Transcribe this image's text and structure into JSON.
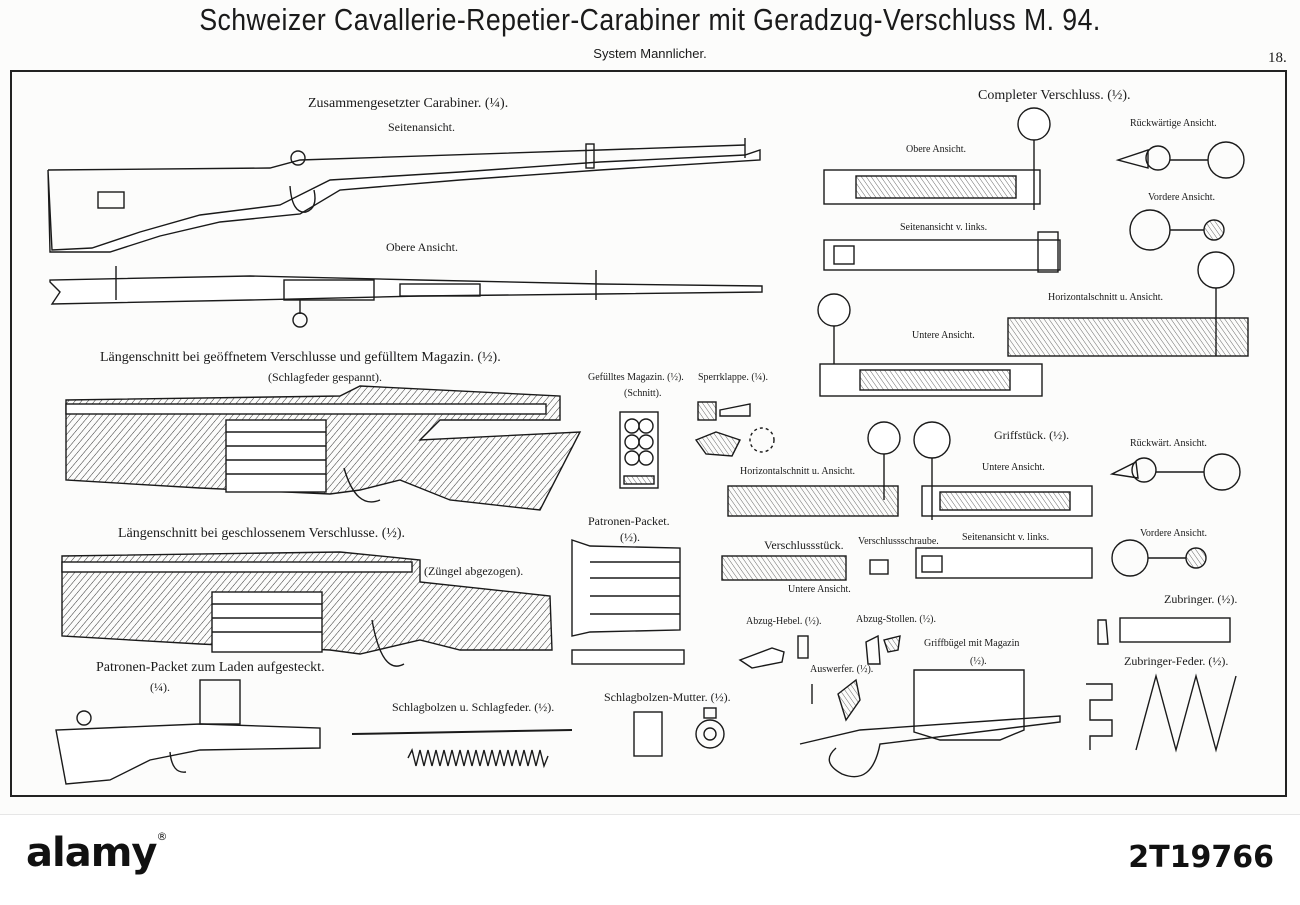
{
  "plate": {
    "title": "Schweizer Cavallerie-Repetier-Carabiner mit Geradzug-Verschluss M. 94.",
    "subtitle": "System Mannlicher.",
    "page_number": "18."
  },
  "captions": {
    "zusammengesetzter": "Zusammengesetzter Carabiner. (¼).",
    "seitenansicht": "Seitenansicht.",
    "obere_ansicht": "Obere Ansicht.",
    "laengsschnitt_offen": "Längenschnitt bei geöffnetem Verschlusse und gefülltem Magazin. (½).",
    "schlagfeder_gespannt": "(Schlagfeder gespannt).",
    "laengsschnitt_geschlossen": "Längenschnitt bei geschlossenem Verschlusse. (½).",
    "zuengel": "(Züngel abgezogen).",
    "patronen_packet_laden": "Patronen-Packet zum Laden aufgesteckt.",
    "patronen_packet_laden_scale": "(¼).",
    "schlagbolzen_feder": "Schlagbolzen u. Schlagfeder. (½).",
    "gefuelltes_magazin": "Gefülltes Magazin. (½).",
    "schnitt": "(Schnitt).",
    "sperrklappe": "Sperrklappe. (¼).",
    "patronen_packet": "Patronen-Packet.",
    "patronen_packet_scale": "(½).",
    "schlagbolzen_mutter": "Schlagbolzen-Mutter. (½).",
    "completer_verschluss": "Completer Verschluss. (½).",
    "obere_ansicht_v": "Obere Ansicht.",
    "rueckwaertige_ansicht": "Rückwärtige Ansicht.",
    "vordere_ansicht": "Vordere Ansicht.",
    "seitenansicht_links": "Seitenansicht v. links.",
    "horizontalschnitt": "Horizontalschnitt u. Ansicht.",
    "untere_ansicht": "Untere Ansicht.",
    "horizontalschnitt_2": "Horizontalschnitt u. Ansicht.",
    "griffstueck": "Griffstück. (½).",
    "untere_ansicht_2": "Untere Ansicht.",
    "rueckwaert_ansicht": "Rückwärt. Ansicht.",
    "vordere_ansicht_2": "Vordere Ansicht.",
    "verschlussstueck": "Verschlussstück.",
    "verschlussschraube": "Verschlussschraube.",
    "seitenansicht_links_2": "Seitenansicht v. links.",
    "untere_ansicht_3": "Untere Ansicht.",
    "abzug_hebel": "Abzug-Hebel. (½).",
    "abzug_stollen": "Abzug-Stollen. (½).",
    "griffbuegel": "Griffbügel mit Magazin",
    "griffbuegel_scale": "(½).",
    "auswerfer": "Auswerfer. (½).",
    "zubringer": "Zubringer. (½).",
    "zubringer_feder": "Zubringer-Feder. (½)."
  },
  "footer": {
    "logo": "alamy",
    "image_id": "2T19766"
  }
}
